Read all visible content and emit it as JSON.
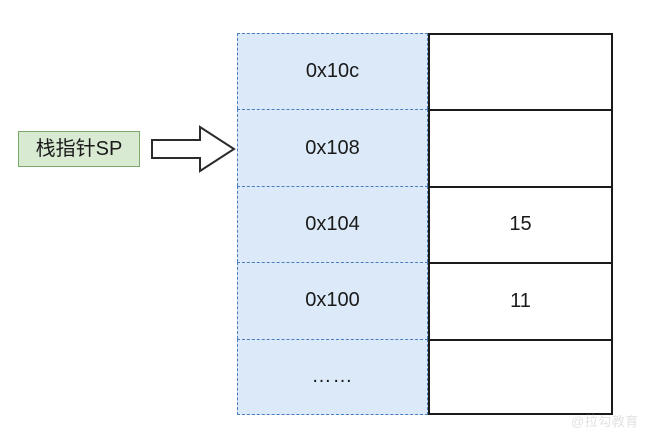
{
  "diagram": {
    "title": "stack-pointer-memory-layout",
    "pointer_label": {
      "text": "栈指针SP",
      "fill_color": "#d9ead3",
      "border_color": "#7ba86b"
    },
    "arrow": {
      "icon": "right-block-arrow-icon",
      "fill_color": "#ffffff",
      "stroke_color": "#1a1a1a",
      "points_to_row_index": 1
    },
    "memory_table": {
      "address_column": {
        "fill_color": "#dce9f8",
        "border_color": "#4a7ebb",
        "border_style": "dashed"
      },
      "value_column": {
        "fill_color": "#ffffff",
        "border_color": "#1a1a1a",
        "border_style": "solid"
      },
      "rows": [
        {
          "address": "0x10c",
          "value": ""
        },
        {
          "address": "0x108",
          "value": ""
        },
        {
          "address": "0x104",
          "value": "15"
        },
        {
          "address": "0x100",
          "value": "11"
        },
        {
          "address": "……",
          "value": ""
        }
      ]
    },
    "watermark": {
      "text": "@拉勾教育",
      "color": "#e2e2e2"
    }
  }
}
